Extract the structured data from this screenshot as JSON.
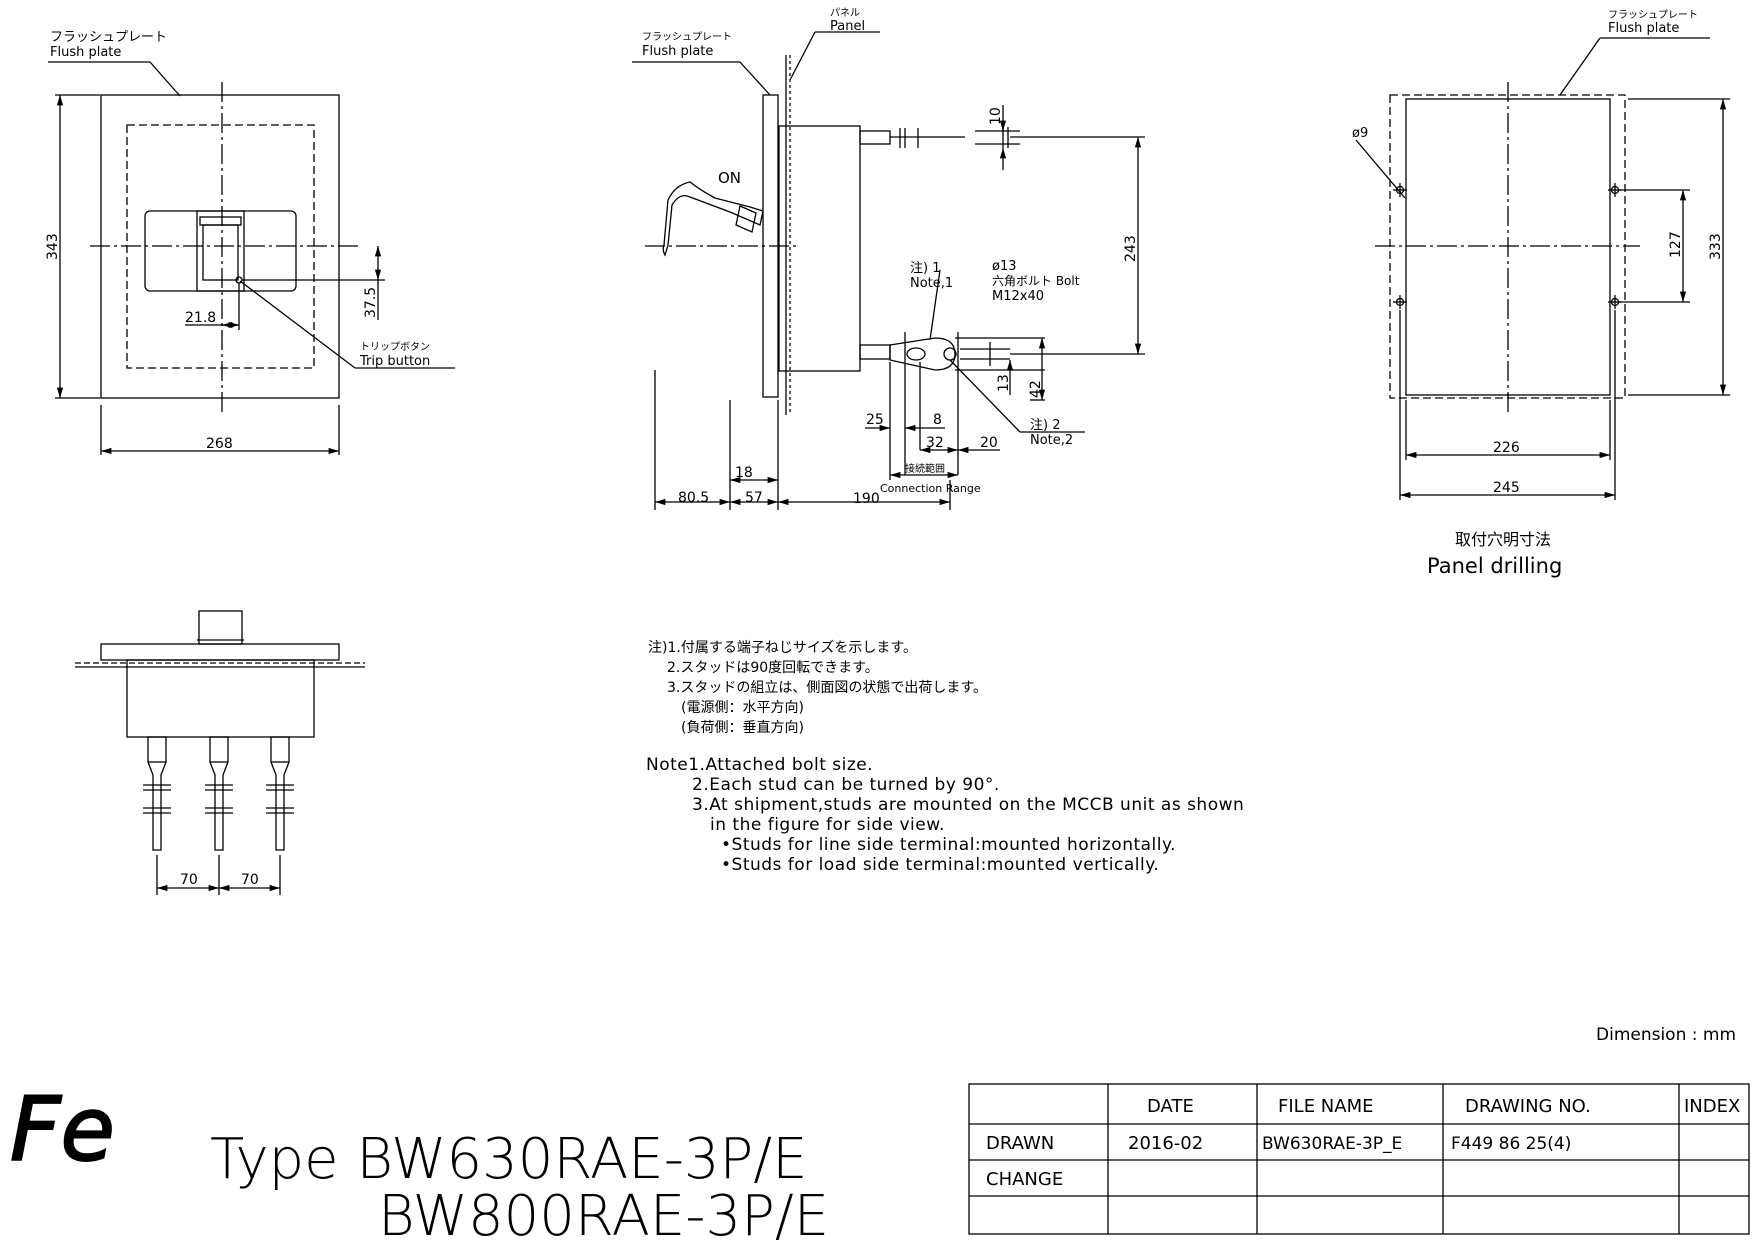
{
  "front_view": {
    "flush_plate_jp": "フラッシュプレート",
    "flush_plate_en": "Flush plate",
    "dim_height": "343",
    "dim_width": "268",
    "dim_offset_x": "21.8",
    "dim_offset_y": "37.5",
    "trip_button_jp": "トリップボタン",
    "trip_button_en": "Trip button"
  },
  "side_view": {
    "flush_plate_jp": "フラッシュプレート",
    "flush_plate_en": "Flush plate",
    "panel_jp": "パネル",
    "panel_en": "Panel",
    "on_label": "ON",
    "dim_10": "10",
    "dim_243": "243",
    "note1_jp": "注) 1",
    "note1_en": "Note,1",
    "bolt_dia": "ø13",
    "bolt_jp": "六角ボルト Bolt",
    "bolt_size": "M12x40",
    "dim_13": "13",
    "dim_42": "42",
    "dim_25": "25",
    "dim_8": "8",
    "dim_32": "32",
    "dim_20": "20",
    "note2_jp": "注) 2",
    "note2_en": "Note,2",
    "connection_jp": "接続範囲",
    "connection_en": "Connection Range",
    "dim_18": "18",
    "dim_80_5": "80.5",
    "dim_57": "57",
    "dim_190": "190"
  },
  "drilling_view": {
    "flush_plate_jp": "フラッシュプレート",
    "flush_plate_en": "Flush plate",
    "hole_dia": "ø9",
    "dim_127": "127",
    "dim_333": "333",
    "dim_226": "226",
    "dim_245": "245",
    "title_jp": "取付穴明寸法",
    "title_en": "Panel drilling"
  },
  "bottom_view": {
    "dim_pitch_1": "70",
    "dim_pitch_2": "70"
  },
  "notes_jp": [
    "注)1.付属する端子ねじサイズを示します。",
    "2.スタッドは90度回転できます。",
    "3.スタッドの組立は、側面図の状態で出荷します。",
    "(電源側：水平方向)",
    "(負荷側：垂直方向)"
  ],
  "notes_en": [
    "Note1.Attached bolt size.",
    "2.Each stud can be turned by 90°.",
    "3.At shipment,studs are mounted on the MCCB unit as shown",
    "in the figure for side view.",
    "•Studs for line side terminal:mounted horizontally.",
    "•Studs for load side terminal:mounted vertically."
  ],
  "dimension_unit": "Dimension : mm",
  "logo_text": "Fe",
  "type_line1": "Type BW630RAE-3P/E",
  "type_line2": "BW800RAE-3P/E",
  "title_block": {
    "headers": [
      "DATE",
      "FILE NAME",
      "DRAWING NO.",
      "INDEX"
    ],
    "row_drawn": {
      "label": "DRAWN",
      "date": "2016-02",
      "file": "BW630RAE-3P_E",
      "drawing_no": "F449 86 25(4)",
      "index": ""
    },
    "row_change": {
      "label": "CHANGE"
    }
  }
}
